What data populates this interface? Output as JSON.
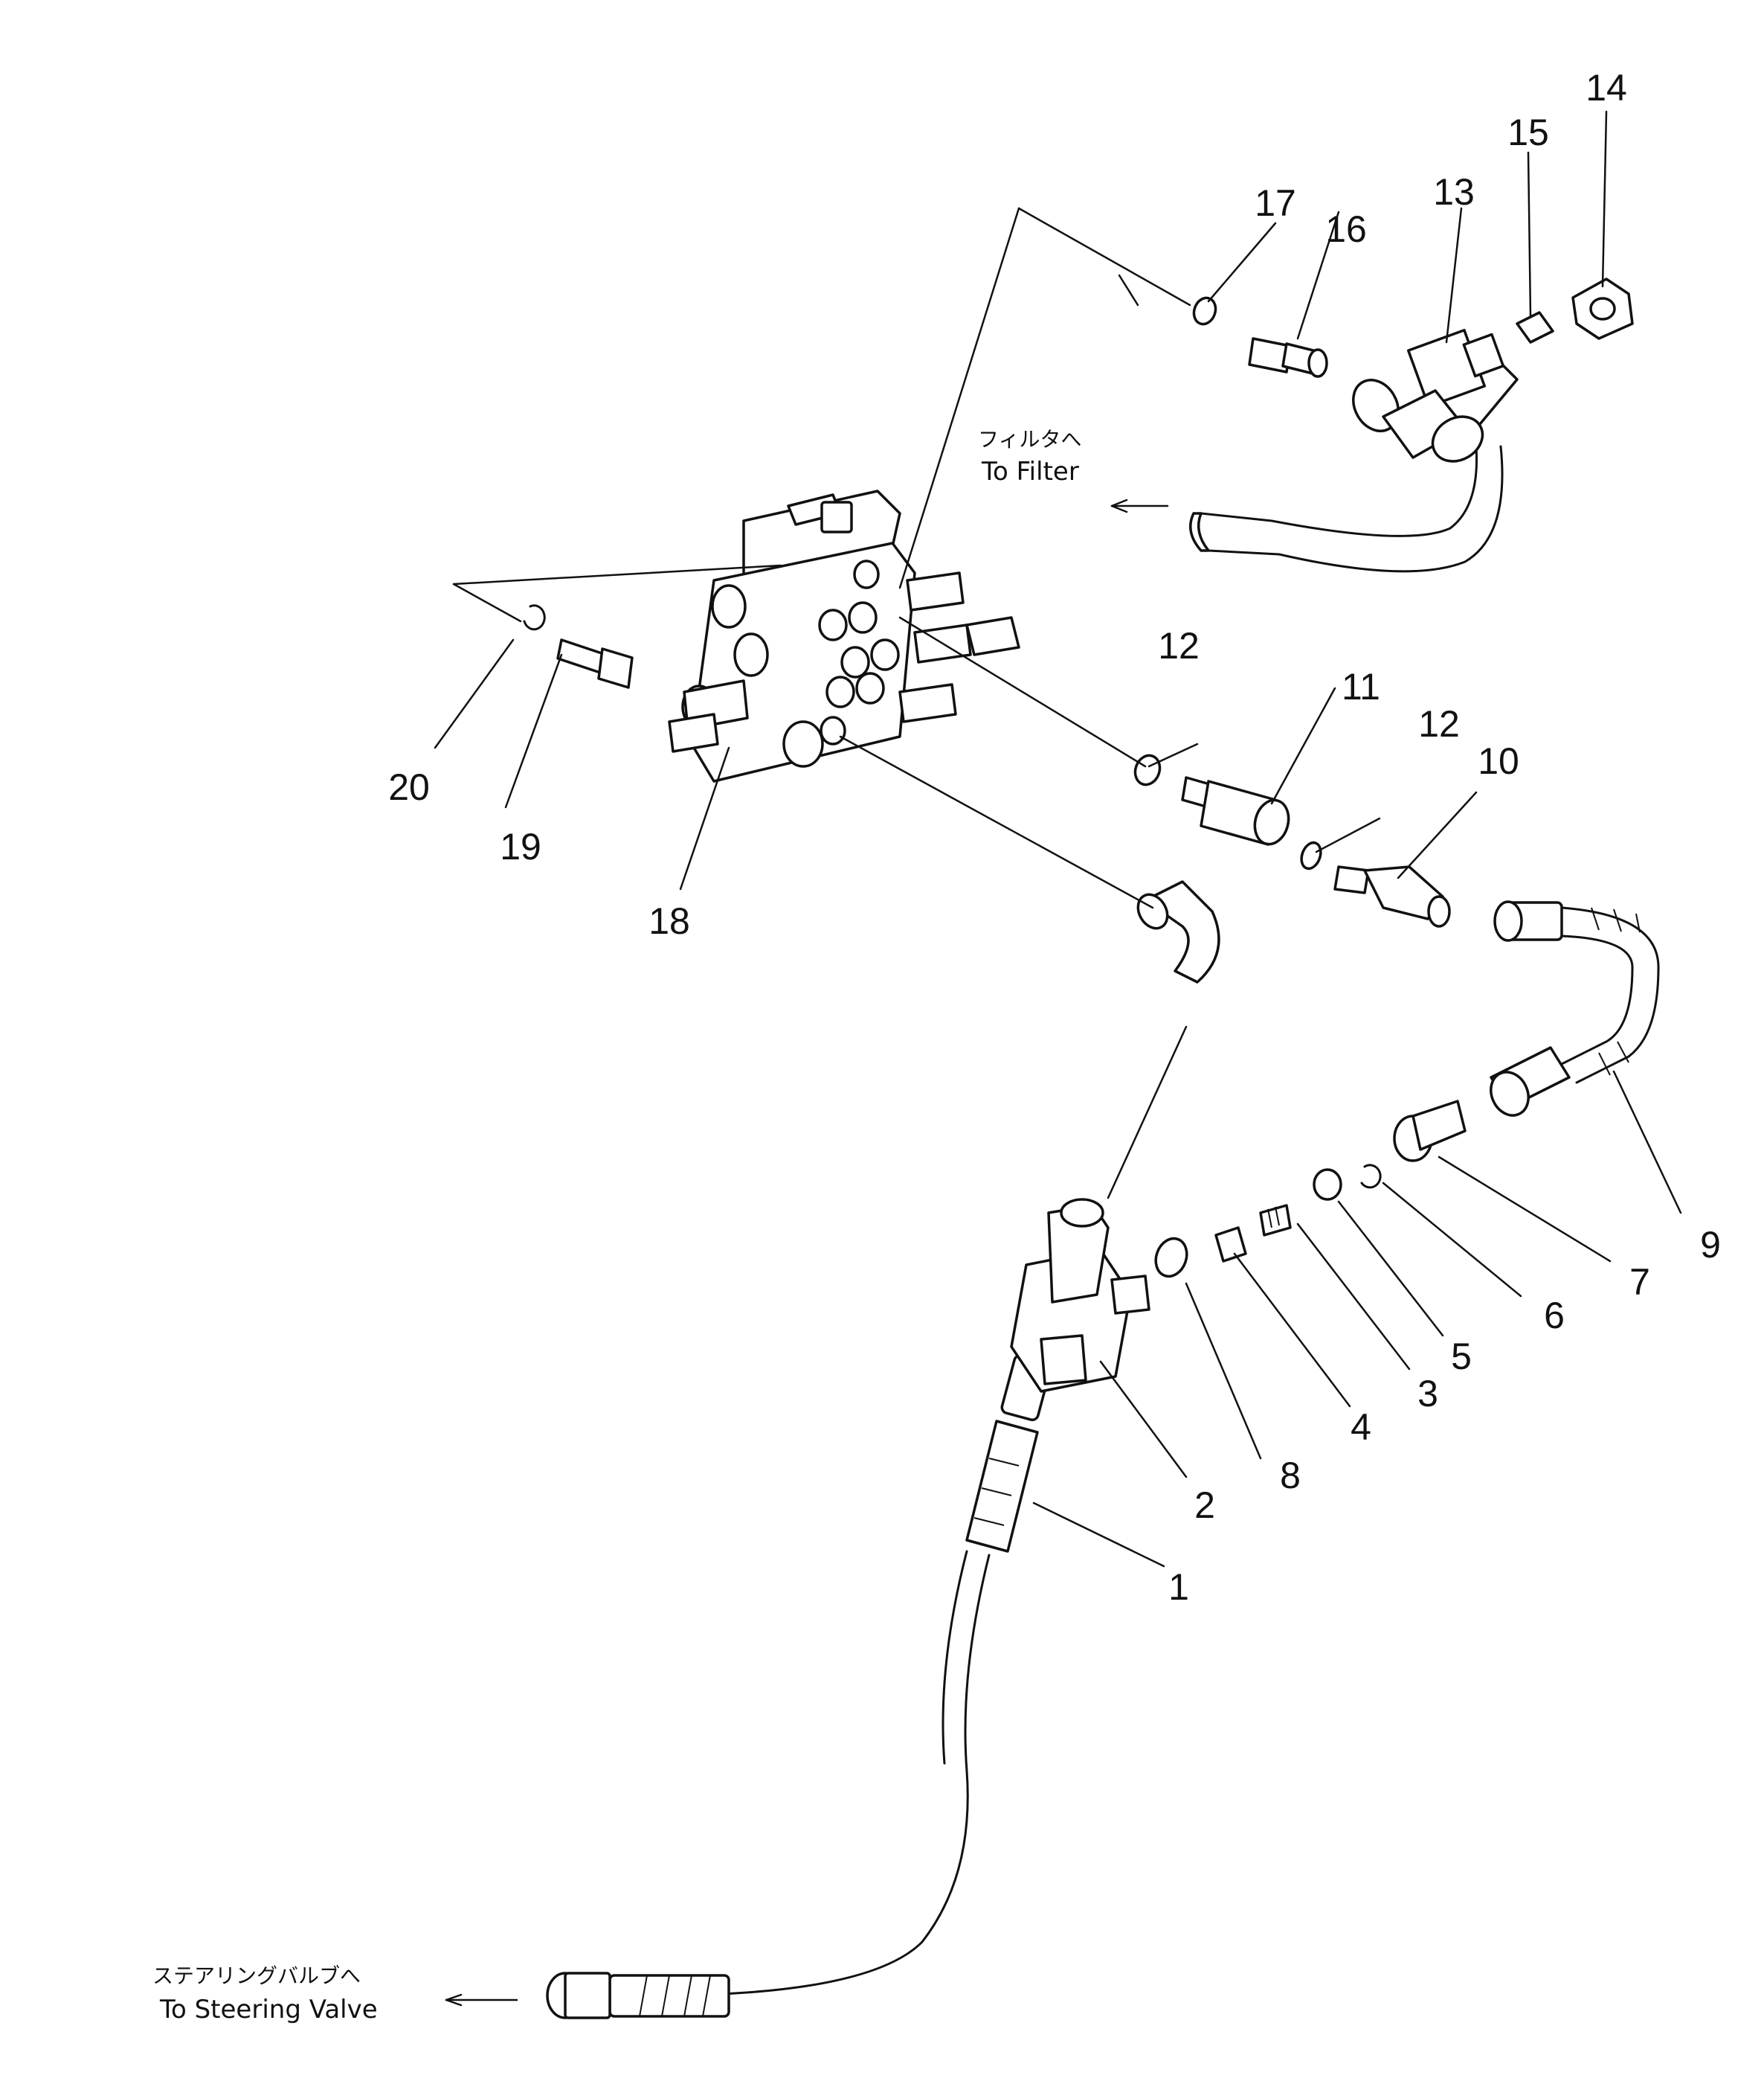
{
  "diagram": {
    "callouts": [
      {
        "number": "1"
      },
      {
        "number": "2"
      },
      {
        "number": "3"
      },
      {
        "number": "4"
      },
      {
        "number": "5"
      },
      {
        "number": "6"
      },
      {
        "number": "7"
      },
      {
        "number": "8"
      },
      {
        "number": "9"
      },
      {
        "number": "10"
      },
      {
        "number": "11"
      },
      {
        "number": "12"
      },
      {
        "number": "12"
      },
      {
        "number": "13"
      },
      {
        "number": "14"
      },
      {
        "number": "15"
      },
      {
        "number": "16"
      },
      {
        "number": "17"
      },
      {
        "number": "18"
      },
      {
        "number": "19"
      },
      {
        "number": "20"
      }
    ],
    "notes": {
      "to_filter_jp": "フィルタへ",
      "to_filter_en": "To Filter",
      "to_steering_jp": "ステアリングバルブへ",
      "to_steering_en": "To Steering Valve"
    }
  }
}
